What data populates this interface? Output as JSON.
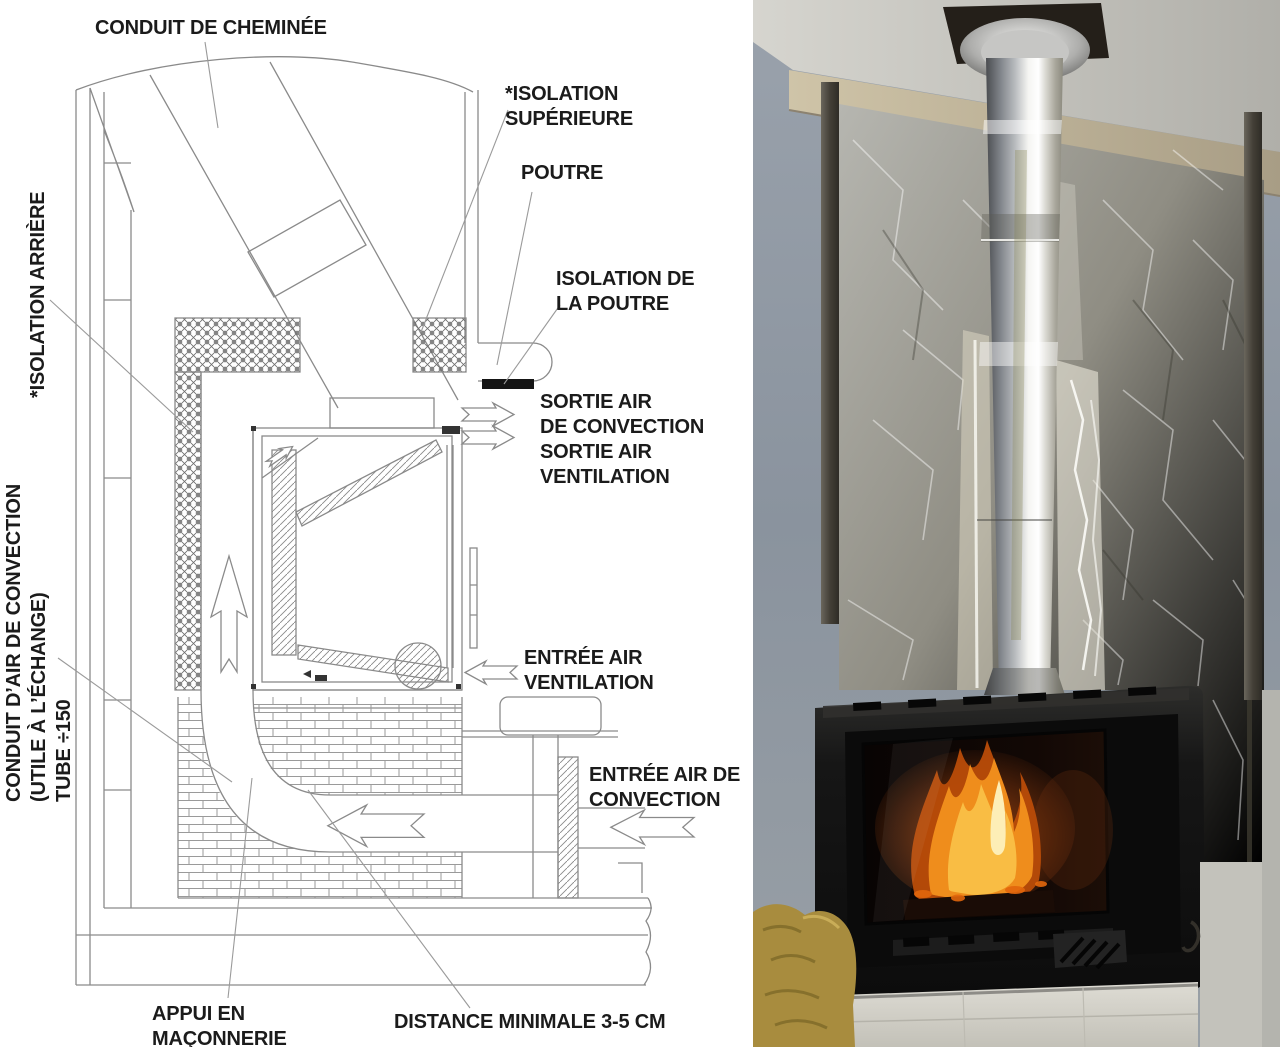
{
  "diagram": {
    "labels": {
      "conduit_cheminee": "CONDUIT DE CHEMINÉE",
      "isolation_superieure": "*ISOLATION\nSUPÉRIEURE",
      "poutre": "POUTRE",
      "isolation_poutre": "ISOLATION DE\nLA POUTRE",
      "sortie_convection": "SORTIE AIR\nDE CONVECTION",
      "sortie_ventilation": "SORTIE AIR\nVENTILATION",
      "isolation_arriere": "*ISOLATION ARRIÈRE",
      "conduit_air": "CONDUIT D’AIR DE CONVECTION\n(UTILE À L’ÉCHANGE)\nTUBE ÷150",
      "entree_ventilation": "ENTRÉE AIR\nVENTILATION",
      "entree_convection": "ENTRÉE AIR DE\nCONVECTION",
      "appui": "APPUI EN\nMAÇONNERIE",
      "distance": "DISTANCE MINIMALE 3-5 CM"
    },
    "colors": {
      "line": "#8a8a8a",
      "label_text": "#1b1b1b",
      "insulation_black_strip": "#151515"
    }
  },
  "photo": {
    "colors": {
      "wall": "#8d96a1",
      "ceiling": "#cfcec8",
      "beam": "#c4b99d",
      "foil": "#9b998e",
      "pipe_highlight": "#ffffff",
      "stove_body": "#141414",
      "fire": "#ef8d1c",
      "masonry_base": "#d6d4cc",
      "bag": "#a88c3e"
    }
  }
}
